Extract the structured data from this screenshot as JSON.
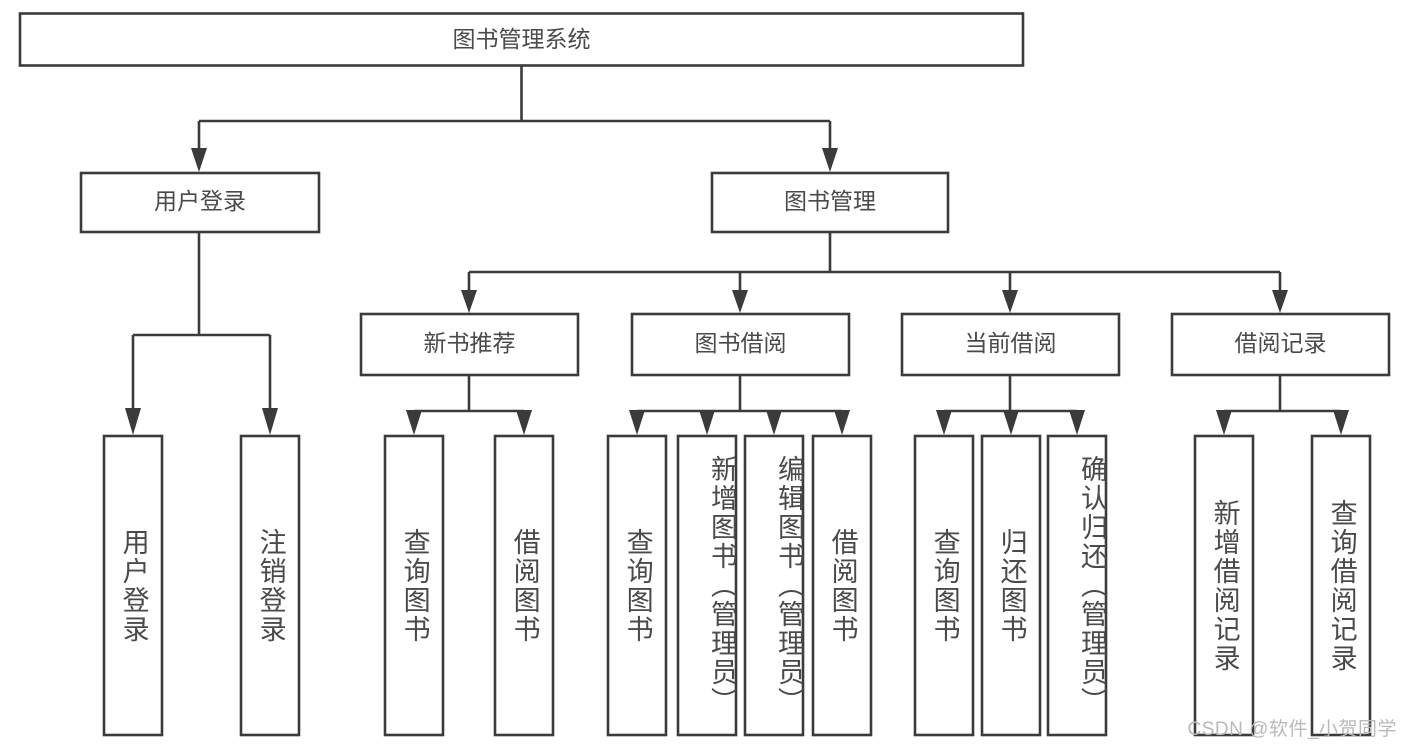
{
  "diagram": {
    "type": "tree-hierarchy-chart",
    "title": "图书管理系统",
    "orientation": "top-down",
    "colors": {
      "box_fill": "#ffffff",
      "box_stroke": "#3b3b3b",
      "text": "#4a4a4a",
      "background": "#ffffff",
      "watermark": "#b9b9b9"
    },
    "root": {
      "label": "图书管理系统"
    },
    "level2": [
      {
        "id": "user-login",
        "label": "用户登录"
      },
      {
        "id": "book-management",
        "label": "图书管理"
      }
    ],
    "level3": [
      {
        "id": "new-book-recommend",
        "label": "新书推荐",
        "parent": "book-management"
      },
      {
        "id": "book-borrow",
        "label": "图书借阅",
        "parent": "book-management"
      },
      {
        "id": "current-borrow",
        "label": "当前借阅",
        "parent": "book-management"
      },
      {
        "id": "borrow-record",
        "label": "借阅记录",
        "parent": "book-management"
      }
    ],
    "leaves": {
      "user-login": [
        {
          "id": "leaf-user-login",
          "label": "用户登录"
        },
        {
          "id": "leaf-logout",
          "label": "注销登录"
        }
      ],
      "new-book-recommend": [
        {
          "id": "leaf-query-book-1",
          "label": "查询图书"
        },
        {
          "id": "leaf-borrow-book-1",
          "label": "借阅图书"
        }
      ],
      "book-borrow": [
        {
          "id": "leaf-query-book-2",
          "label": "查询图书"
        },
        {
          "id": "leaf-add-book",
          "label": "新增图书（管理员）"
        },
        {
          "id": "leaf-edit-book",
          "label": "编辑图书（管理员）"
        },
        {
          "id": "leaf-borrow-book-2",
          "label": "借阅图书"
        }
      ],
      "current-borrow": [
        {
          "id": "leaf-query-book-3",
          "label": "查询图书"
        },
        {
          "id": "leaf-return-book",
          "label": "归还图书"
        },
        {
          "id": "leaf-confirm-return",
          "label": "确认归还（管理员）"
        }
      ],
      "borrow-record": [
        {
          "id": "leaf-add-record",
          "label": "新增借阅记录"
        },
        {
          "id": "leaf-query-record",
          "label": "查询借阅记录"
        }
      ]
    }
  },
  "watermark": {
    "text": "CSDN @软件_小贺同学"
  }
}
